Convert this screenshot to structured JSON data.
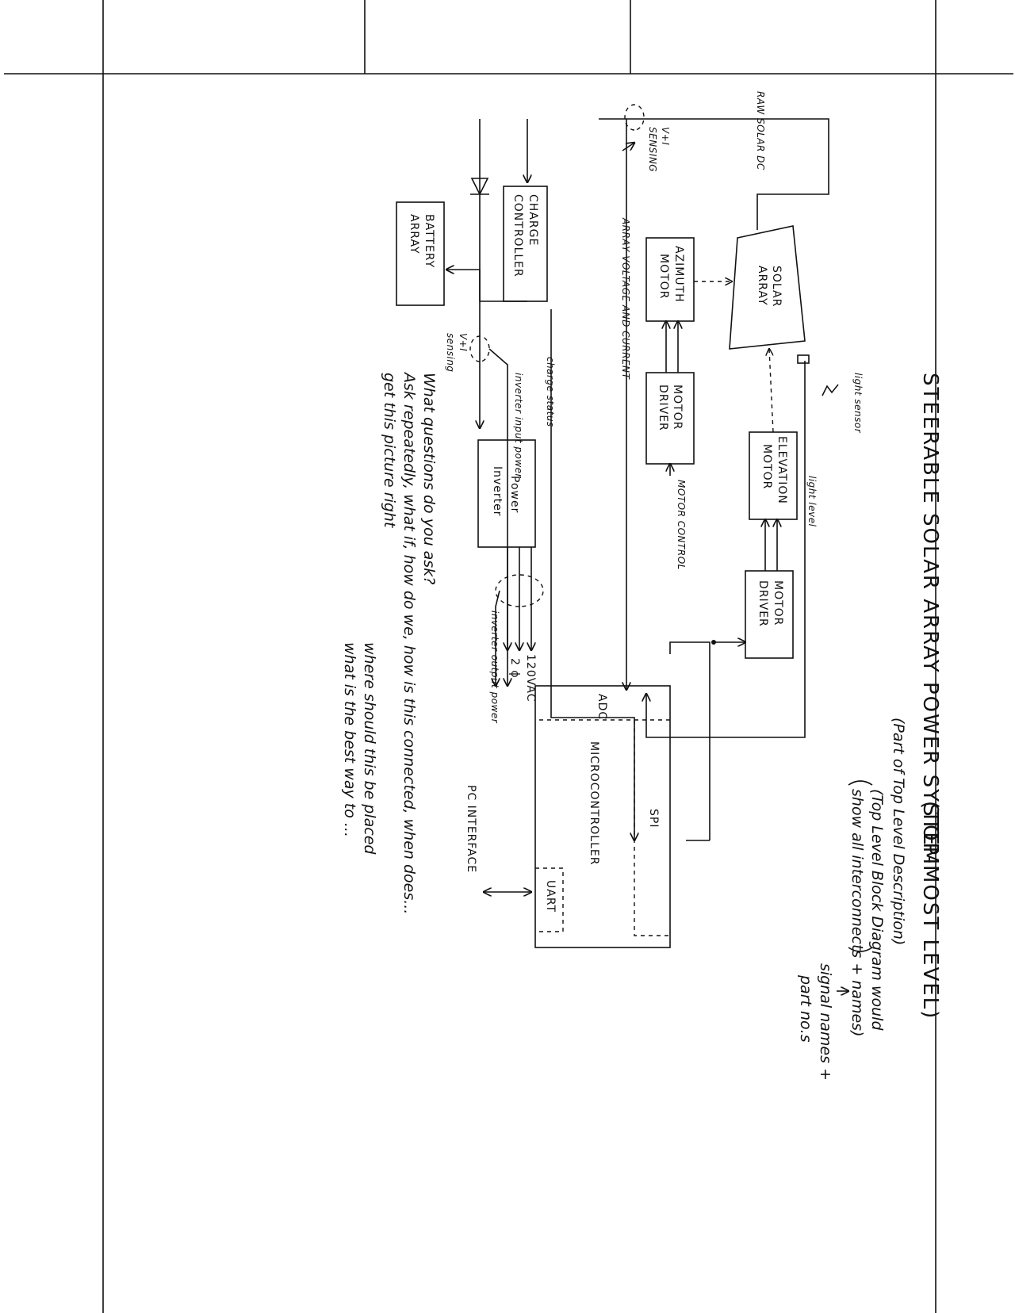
{
  "title": "STEERABLE SOLAR ARRAY POWER SYSTEM",
  "subtitle": "(TOP-MOST LEVEL)",
  "subtitle2": "(Part of Top Level Description)",
  "note_box": [
    "(Top Level Block Diagram would",
    "show all interconnects + names)"
  ],
  "note_arrow": [
    "signal names +",
    "part no.s"
  ],
  "blocks": {
    "solar_array": [
      "SOLAR",
      "ARRAY"
    ],
    "battery": [
      "BATTERY",
      "ARRAY"
    ],
    "charge": [
      "CHARGE",
      "CONTROLLER"
    ],
    "azimuth": [
      "AZIMUTH",
      "MOTOR"
    ],
    "driver1": [
      "MOTOR",
      "DRIVER"
    ],
    "elevation": [
      "ELEVATION",
      "MOTOR"
    ],
    "driver2": [
      "MOTOR",
      "DRIVER"
    ],
    "inverter": [
      "Power",
      "Inverter"
    ],
    "micro": "MICROCONTROLLER",
    "adc": "ADC",
    "spi": "SPI",
    "uart": "UART"
  },
  "signals": {
    "raw_solar": "RAW SOLAR DC",
    "vi_sensing_1": [
      "V+I",
      "SENSING"
    ],
    "array_vi": "ARRAY VOLTAGE AND CURRENT",
    "light_sensor": "light sensor",
    "light_level": "light level",
    "motor_control": "MOTOR CONTROL",
    "charge_status": "charge status",
    "vi_sensing_2": [
      "V+I",
      "sensing"
    ],
    "inverter_input": "inverter input power",
    "inverter_output": "inverter output power",
    "ac_out": [
      "120VAC",
      "2 ϕ"
    ],
    "pc": "PC INTERFACE"
  },
  "questions": [
    "What questions do you ask?",
    "Ask repeatedly, what if, how do we, how is this connected, when does...",
    "get this picture right",
    "where should this be placed",
    "what is the best way to ..."
  ]
}
